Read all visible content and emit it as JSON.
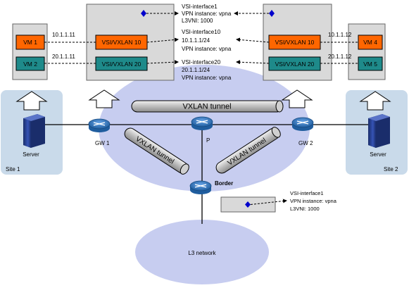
{
  "sites": [
    {
      "label": "Site 1",
      "server_label": "Server"
    },
    {
      "label": "Site 2",
      "server_label": "Server"
    }
  ],
  "vms": {
    "vm1": "VM 1",
    "vm2": "VM 2",
    "vm4": "VM 4",
    "vm5": "VM 5"
  },
  "vsi_boxes": {
    "gw1_top": "VSI/VXLAN 10",
    "gw1_bottom": "VSI/VXLAN 20",
    "gw2_top": "VSI/VXLAN 10",
    "gw2_bottom": "VSI/VXLAN 20"
  },
  "link_ips": {
    "vm1": "10.1.1.11",
    "vm2": "20.1.1.11",
    "vm4": "10.1.1.12",
    "vm5": "20.1.1.12"
  },
  "annotations": {
    "top": [
      "VSI-interface1",
      "VPN instance: vpna",
      "L3VNI: 1000"
    ],
    "mid": [
      "VSI-interface10",
      "10.1.1.1/24",
      "VPN instance: vpna"
    ],
    "low": [
      "VSI-interface20",
      "20.1.1.1/24",
      "VPN instance: vpna"
    ],
    "border": [
      "VSI-interface1",
      "VPN instance: vpna",
      "L3VNI: 1000"
    ]
  },
  "devices": {
    "gw1": "GW 1",
    "gw2": "GW 2",
    "p": "P",
    "border": "Border"
  },
  "tunnels": {
    "horizontal": "VXLAN tunnel",
    "left": "VXLAN tunnel",
    "right": "VXLAN tunnel"
  },
  "l3_network": "L3 network",
  "colors": {
    "cloud": "#c7cdf0",
    "site_bg": "#c9daea",
    "panel": "#d9d9d9",
    "vxlan10": "#ff6600",
    "vxlan20": "#1e8a8a",
    "tunnel": "#c8c8c8",
    "router": "#2b6cb0",
    "diamond": "#0000cc"
  }
}
